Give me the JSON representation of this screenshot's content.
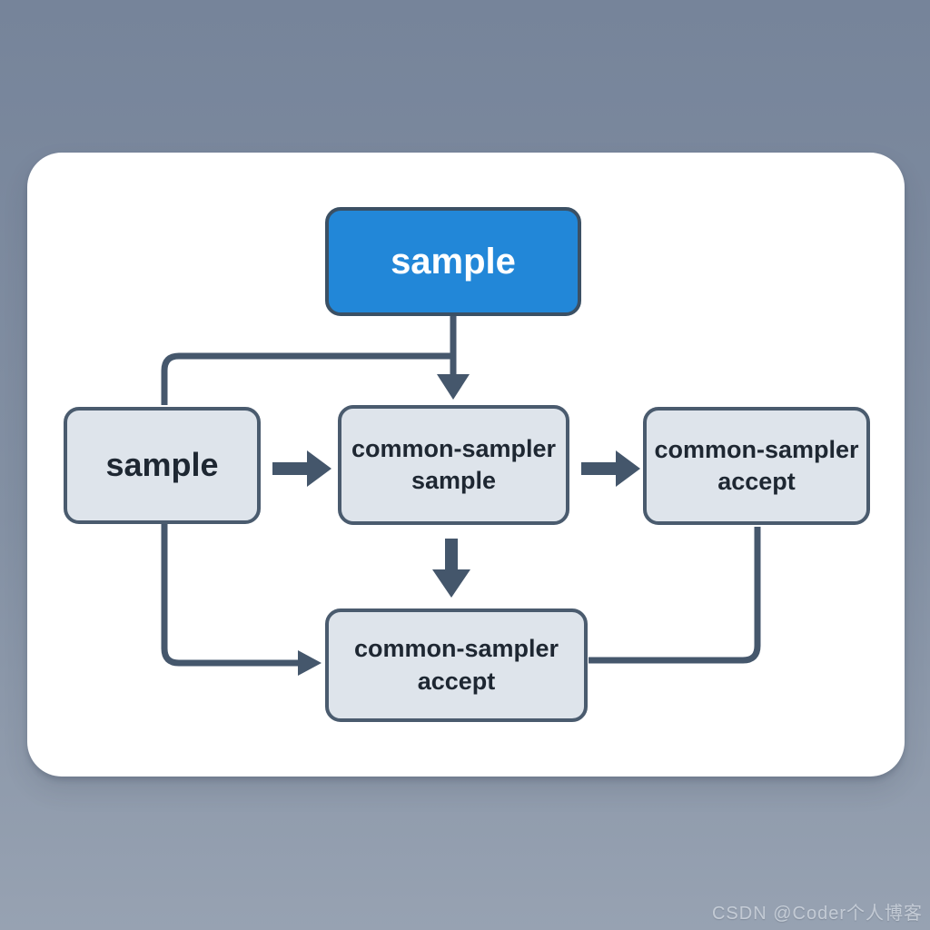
{
  "watermark": {
    "text": "CSDN @Coder个人博客"
  },
  "diagram": {
    "type": "flowchart",
    "nodes": [
      {
        "id": "sample-top",
        "label": "sample",
        "style": "primary-blue"
      },
      {
        "id": "sample-left",
        "label": "sample",
        "style": "light"
      },
      {
        "id": "common-sampler-sample",
        "label": "common-sampler sample",
        "line1": "common-sampler",
        "line2": "sample",
        "style": "light"
      },
      {
        "id": "common-sampler-accept-right",
        "label": "common-sampler accept",
        "line1": "common-sampler",
        "line2": "accept",
        "style": "light"
      },
      {
        "id": "common-sampler-accept-bottom",
        "label": "common-sampler accept",
        "line1": "common-sampler",
        "line2": "accept",
        "style": "light"
      }
    ],
    "edges": [
      {
        "from": "sample-top",
        "to": "common-sampler-sample",
        "arrow": true
      },
      {
        "from": "sample-top",
        "to": "sample-left",
        "arrow": false
      },
      {
        "from": "sample-left",
        "to": "common-sampler-sample",
        "arrow": true
      },
      {
        "from": "common-sampler-sample",
        "to": "common-sampler-accept-right",
        "arrow": true
      },
      {
        "from": "common-sampler-sample",
        "to": "common-sampler-accept-bottom",
        "arrow": true
      },
      {
        "from": "sample-left",
        "to": "common-sampler-accept-bottom",
        "arrow": true
      },
      {
        "from": "common-sampler-accept-right",
        "to": "common-sampler-accept-bottom",
        "arrow": false
      }
    ],
    "colors": {
      "background_top": "#76849a",
      "background_bottom": "#97a2b2",
      "card": "#ffffff",
      "node_fill": "#dee4eb",
      "node_border": "#4a5b6e",
      "accent_fill": "#2287d8",
      "accent_border": "#3b5064",
      "text_dark": "#1e2732",
      "text_light": "#ffffff",
      "connector": "#45576c"
    }
  }
}
